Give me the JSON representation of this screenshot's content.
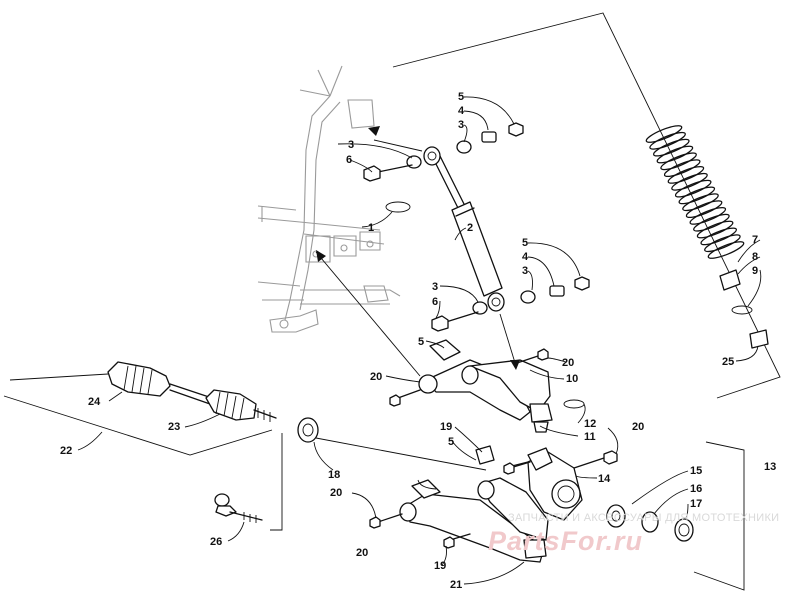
{
  "diagram": {
    "labels": [
      "1",
      "2",
      "3",
      "3",
      "3",
      "3",
      "4",
      "4",
      "5",
      "5",
      "5",
      "5",
      "6",
      "6",
      "7",
      "8",
      "9",
      "10",
      "11",
      "12",
      "13",
      "14",
      "15",
      "16",
      "17",
      "18",
      "19",
      "19",
      "20",
      "20",
      "20",
      "20",
      "20",
      "21",
      "22",
      "23",
      "24",
      "25",
      "26"
    ]
  },
  "watermark": {
    "caption": "ЗАПЧАСТИ И АКСЕССУАРЫ ДЛЯ МОТОТЕХНИКИ",
    "brand": "PartsFor.ru"
  }
}
